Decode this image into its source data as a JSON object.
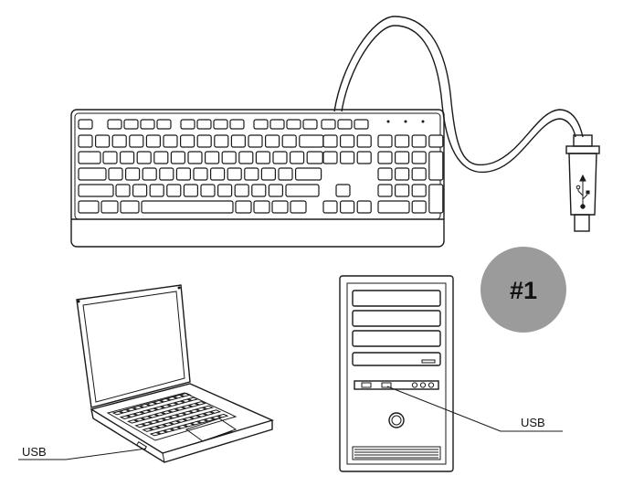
{
  "diagram": {
    "step_badge": "#1",
    "laptop_port_label": "USB",
    "desktop_port_label": "USB",
    "colors": {
      "line": "#1a1a1a",
      "badge_fill": "#9b9b9b",
      "badge_text": "#111111",
      "background": "#ffffff"
    },
    "icons": [
      "keyboard-icon",
      "usb-plug-icon",
      "laptop-icon",
      "desktop-tower-icon"
    ]
  }
}
